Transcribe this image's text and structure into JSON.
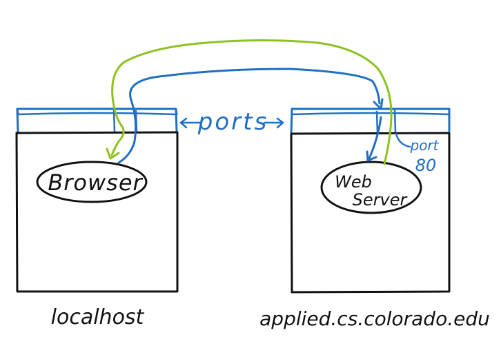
{
  "labels": {
    "ports": "ports",
    "browser": "Browser",
    "web_server_line1": "Web",
    "web_server_line2": "Server",
    "port_line1": "port",
    "port_line2": "80",
    "left_host": "localhost",
    "right_host": "applied.cs.colorado.edu"
  },
  "colors": {
    "ink": "#111111",
    "blue": "#1f6fc2",
    "green": "#8cc21f",
    "background": "#ffffff"
  }
}
